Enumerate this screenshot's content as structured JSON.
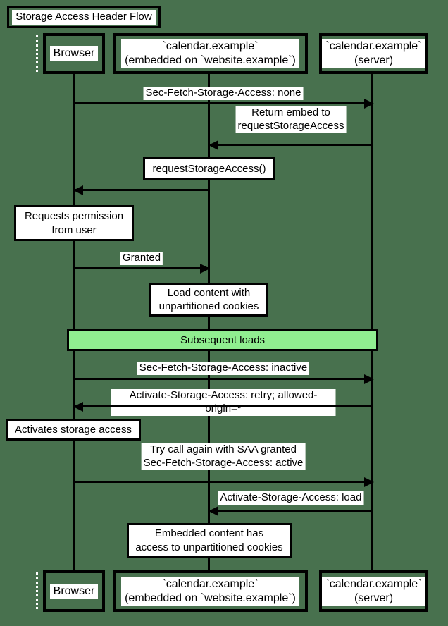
{
  "title": "Storage Access Header Flow",
  "participants": [
    {
      "id": "browser",
      "label": "Browser"
    },
    {
      "id": "embed",
      "label": "`calendar.example`\n(embedded on `website.example`)"
    },
    {
      "id": "server",
      "label": "`calendar.example`\n(server)"
    }
  ],
  "messages": [
    {
      "label": "Sec-Fetch-Storage-Access: none",
      "from": "browser",
      "to": "server"
    },
    {
      "label": "Return embed to\nrequestStorageAccess",
      "from": "server",
      "to": "embed"
    },
    {
      "label": "",
      "from": "embed",
      "to": "browser"
    },
    {
      "label": "Granted",
      "from": "browser",
      "to": "embed"
    },
    {
      "label": "Sec-Fetch-Storage-Access: inactive",
      "from": "browser",
      "to": "server"
    },
    {
      "label": "Activate-Storage-Access: retry; allowed-origin=*",
      "from": "server",
      "to": "browser"
    },
    {
      "label": "Try call again with SAA granted\nSec-Fetch-Storage-Access: active",
      "from": "browser",
      "to": "server"
    },
    {
      "label": "Activate-Storage-Access: load",
      "from": "server",
      "to": "embed"
    }
  ],
  "notes": [
    {
      "text": "requestStorageAccess()",
      "over": "embed"
    },
    {
      "text": "Requests permission\nfrom user",
      "over": "browser"
    },
    {
      "text": "Load content with\nunpartitioned cookies",
      "over": "embed"
    },
    {
      "text": "Activates storage access",
      "over": "browser"
    },
    {
      "text": "Embedded content has\naccess to unpartitioned cookies",
      "over": "embed"
    }
  ],
  "band": {
    "label": "Subsequent loads"
  },
  "colors": {
    "background": "#48714e",
    "band_fill": "#90ee90",
    "box_fill": "#ffffff",
    "line": "#000000"
  }
}
